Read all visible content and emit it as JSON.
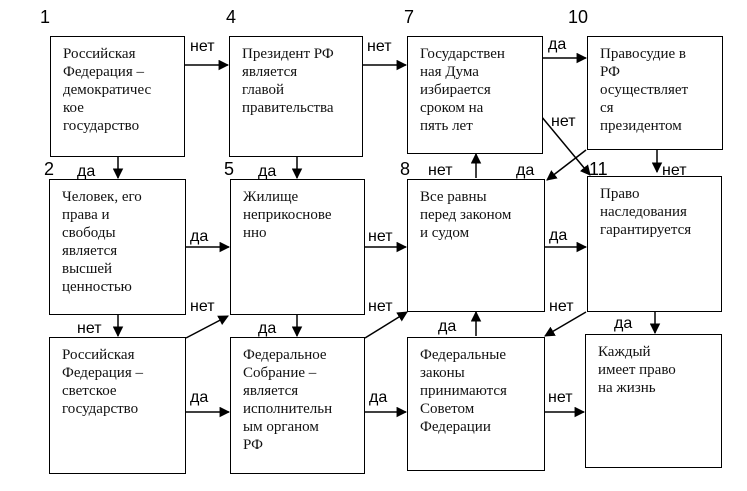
{
  "boxes": [
    {
      "num": "1",
      "text": "Российская\nФедерация –\nдемократичес\nкое\nгосударство"
    },
    {
      "num": "4",
      "text": "Президент РФ\nявляется\nглавой\nправительства"
    },
    {
      "num": "7",
      "text": "Государствен\nная Дума\nизбирается\nсроком на\nпять лет"
    },
    {
      "num": "10",
      "text": "Правосудие в\nРФ\nосуществляет\nся\nпрезидентом"
    },
    {
      "num": "2",
      "text": "Человек, его\nправа и\nсвободы\nявляется\nвысшей\nценностью"
    },
    {
      "num": "5",
      "text": "Жилище\nнеприкосновe\nнно"
    },
    {
      "num": "8",
      "text": "Все равны\nперед законом\nи судом"
    },
    {
      "num": "11",
      "text": "Право\nнаследования\nгарантируется"
    },
    {
      "num": "",
      "text": "Российская\nФедерация –\nсветское\nгосударство"
    },
    {
      "num": "",
      "text": "Федеральное\nСобрание –\nявляется\nисполнительн\nым органом\nРФ"
    },
    {
      "num": "",
      "text": "Федеральные\nзаконы\nпринимаются\nСоветом\nФедерации"
    },
    {
      "num": "",
      "text": "Каждый\nимеет право\nна жизнь"
    }
  ],
  "labels": {
    "no": "нет",
    "yes": "да"
  }
}
